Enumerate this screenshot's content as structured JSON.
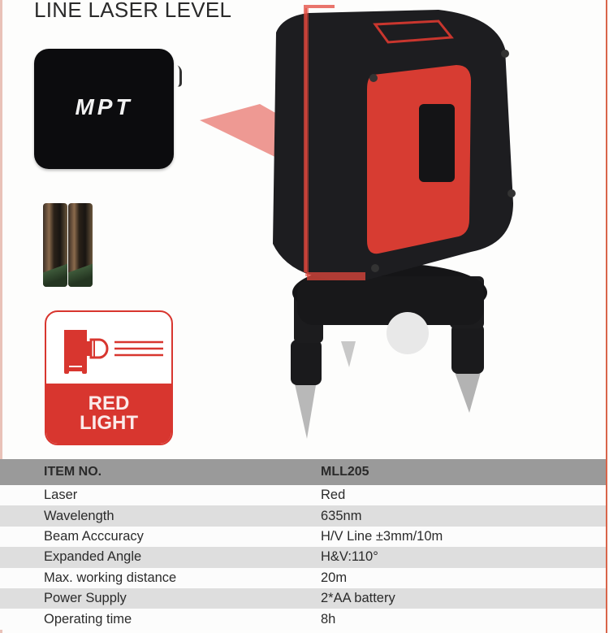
{
  "title": "LINE LASER LEVEL",
  "accessories": {
    "case_logo": "MPT",
    "case_icon": "carry-case-icon",
    "battery_icon": "aa-batteries-icon"
  },
  "badge": {
    "icon": "laser-projector-icon",
    "line1": "RED",
    "line2": "LIGHT",
    "color": "#d8362f"
  },
  "product_image": "laser-level-on-tripod-base",
  "specs": {
    "header": {
      "label": "ITEM NO.",
      "value": "MLL205"
    },
    "rows": [
      {
        "label": "Laser",
        "value": "Red"
      },
      {
        "label": "Wavelength",
        "value": "635nm"
      },
      {
        "label": "Beam Acccuracy",
        "value": "H/V Line ±3mm/10m"
      },
      {
        "label": "Expanded Angle",
        "value": "H&V:110°"
      },
      {
        "label": "Max. working distance",
        "value": "20m"
      },
      {
        "label": "Power Supply",
        "value": "2*AA battery"
      },
      {
        "label": "Operating time",
        "value": "8h"
      }
    ]
  },
  "colors": {
    "header_bg": "#9a9a9a",
    "alt_row_bg": "#dedede",
    "accent_red": "#d8362f"
  }
}
